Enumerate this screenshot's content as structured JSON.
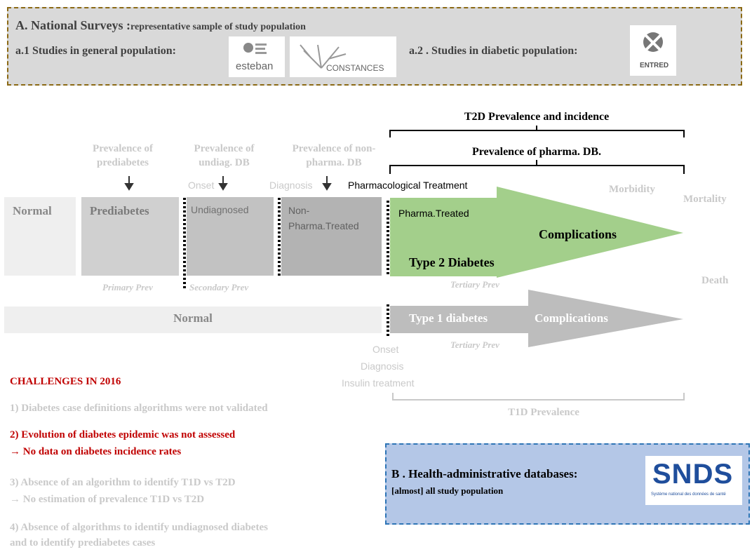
{
  "surveys": {
    "title": "A. National Surveys :",
    "subtitle": "representative sample of study population",
    "general_label": "a.1 Studies in general population:",
    "diabetic_label": "a.2 . Studies in diabetic population:",
    "logos": {
      "esteban": "esteban",
      "constances": "CONSTANCES",
      "entred": "ENTRED"
    }
  },
  "brackets": {
    "t2d": "T2D Prevalence and incidence",
    "pharma": "Prevalence of pharma. DB.",
    "t1d": "T1D Prevalence"
  },
  "top_labels": {
    "prediabetes_prev": "Prevalence of prediabetes",
    "undiag_prev": "Prevalence of undiag. DB",
    "nonpharma_prev": "Prevalence of non-pharma. DB",
    "onset": "Onset",
    "diagnosis": "Diagnosis",
    "pharma_treatment": "Pharmacological Treatment",
    "morbidity": "Morbidity",
    "mortality": "Mortality",
    "death": "Death"
  },
  "stages": {
    "normal": "Normal",
    "prediabetes": "Prediabetes",
    "undiagnosed": "Undiagnosed",
    "non_pharma": "Non-Pharma.Treated",
    "pharma_treated": "Pharma.Treated",
    "complications_t2": "Complications",
    "type2": "Type 2 Diabetes",
    "normal_t1": "Normal",
    "type1": "Type 1 diabetes",
    "complications_t1": "Complications"
  },
  "prevention": {
    "primary": "Primary Prev",
    "secondary": "Secondary Prev",
    "tertiary_t2": "Tertiary Prev",
    "tertiary_t1": "Tertiary Prev"
  },
  "t1d_labels": {
    "onset": "Onset",
    "diagnosis": "Diagnosis",
    "insulin": "Insulin treatment"
  },
  "challenges": {
    "title": "CHALLENGES IN 2016",
    "item1": "1)  Diabetes case definitions algorithms were not validated",
    "item2_line1": "2) Evolution of diabetes epidemic was not assessed",
    "item2_line2": "→ No data on diabetes incidence rates",
    "item3_line1": "3) Absence of an algorithm to identify T1D vs T2D",
    "item3_line2": "→ No estimation of prevalence T1D vs T2D",
    "item4_line1": "4) Absence of algorithms to identify undiagnosed diabetes",
    "item4_line2": "and to identify prediabetes cases"
  },
  "databases": {
    "title": "B . Health-administrative databases:",
    "subtitle": "[almost] all study population",
    "logo_text": "SNDS",
    "logo_caption": "Système national des données de santé"
  },
  "colors": {
    "survey_border": "#8b6914",
    "survey_fill": "#d9d9d9",
    "green": "#a3cf8b",
    "red": "#c00000",
    "db_fill": "#b4c7e7",
    "db_border": "#2e75b6"
  }
}
